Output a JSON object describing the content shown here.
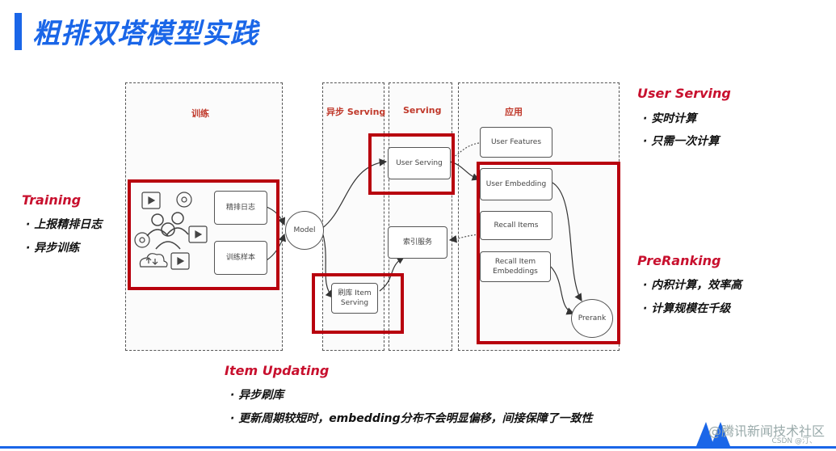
{
  "title": "粗排双塔模型实践",
  "columns": {
    "train": "训练",
    "async_serving": "异步 Serving",
    "serving": "Serving",
    "application": "应用"
  },
  "nodes": {
    "fine_log": "精排日志",
    "train_sample": "训练样本",
    "model": "Model",
    "user_serving": "User Serving",
    "index_service": "索引服务",
    "refresh_item": "刷库 Item Serving",
    "user_features": "User Features",
    "user_embedding": "User Embedding",
    "recall_items": "Recall Items",
    "recall_item_emb": "Recall Item Embeddings",
    "prerank": "Prerank"
  },
  "sections": {
    "training": {
      "title": "Training",
      "bullets": [
        "· 上报精排日志",
        "· 异步训练"
      ]
    },
    "user_serving": {
      "title": "User Serving",
      "bullets": [
        "· 实时计算",
        "· 只需一次计算"
      ]
    },
    "preranking": {
      "title": "PreRanking",
      "bullets": [
        "· 内积计算，效率高",
        "· 计算规模在千级"
      ]
    },
    "item_updating": {
      "title": "Item Updating",
      "bullets": [
        "· 异步刷库",
        "· 更新周期较短时，embedding分布不会明显偏移，间接保障了一致性"
      ]
    }
  },
  "watermark": "@腾讯新闻技术社区",
  "watermark_sub": "CSDN @汀、",
  "colors": {
    "accent": "#1a66e8",
    "highlight": "#b8000e",
    "section_title": "#c8102e"
  }
}
